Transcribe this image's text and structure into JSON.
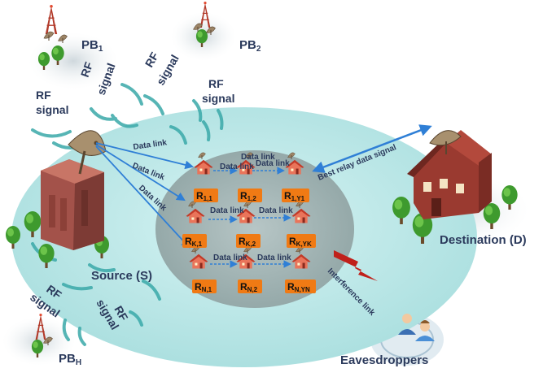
{
  "colors": {
    "cloud_outer": "#bfe9e9",
    "cloud_inner": "#9fb4b4",
    "link_arrow": "#2f7fd6",
    "label_text": "#2b3a5c",
    "relay_badge": "#f07a14",
    "house_roof": "#d4503a",
    "building": "#a3524a",
    "tree": "#3e9a2e",
    "lightning": "#c0201a"
  },
  "icons": {
    "tower": "radio-tower-icon",
    "house": "house-icon",
    "dish": "satellite-dish-icon",
    "tree": "tree-icon",
    "people": "people-icon",
    "bolt": "lightning-bolt-icon"
  },
  "nodes": {
    "pb1": {
      "main": "PB",
      "sub": "1"
    },
    "pb2": {
      "main": "PB",
      "sub": "2"
    },
    "pbh": {
      "main": "PB",
      "sub": "H"
    },
    "source": "Source (S)",
    "destination": "Destination (D)",
    "eavesdroppers": "Eavesdroppers"
  },
  "rf": {
    "word1": "RF",
    "word2": "signal"
  },
  "links": {
    "data_link": "Data link",
    "best_relay": "Best relay data signal",
    "interference": "Interference link"
  },
  "relays": [
    {
      "main": "R",
      "sub": "1,1"
    },
    {
      "main": "R",
      "sub": "1,2"
    },
    {
      "main": "R",
      "sub": "1,Y1"
    },
    {
      "main": "R",
      "sub": "K,1"
    },
    {
      "main": "R",
      "sub": "K,2"
    },
    {
      "main": "R",
      "sub": "K,YK"
    },
    {
      "main": "R",
      "sub": "N,1"
    },
    {
      "main": "R",
      "sub": "N,2"
    },
    {
      "main": "R",
      "sub": "N,YN"
    }
  ]
}
